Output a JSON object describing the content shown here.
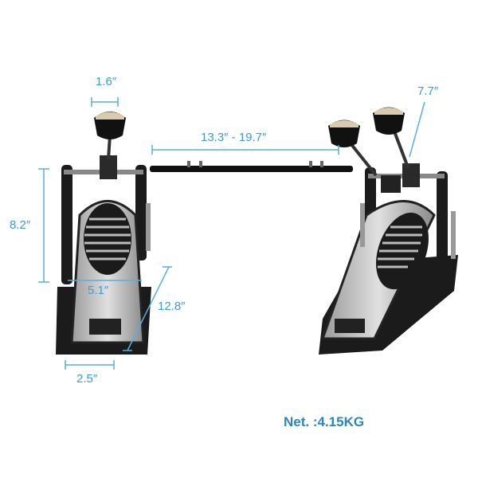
{
  "dimensions": {
    "beater_width": "1.6″",
    "shaft_length": "13.3″ - 19.7″",
    "beater_length": "7.7″",
    "height": "8.2″",
    "footboard_width": "5.1″",
    "footboard_length": "12.8″",
    "heel_width": "2.5″"
  },
  "net_weight": "Net. :4.15KG",
  "colors": {
    "annotation": "#3c9bd2",
    "metal": "#1a1a1a"
  }
}
